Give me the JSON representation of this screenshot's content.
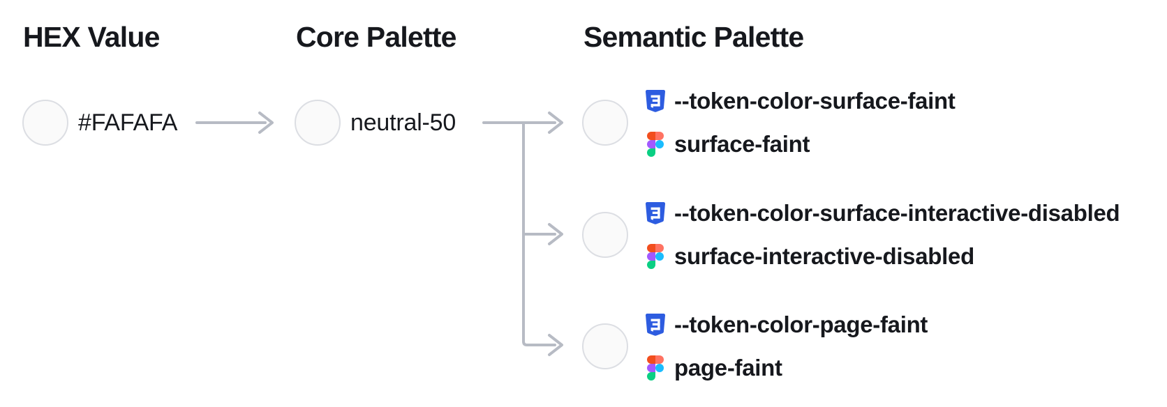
{
  "diagram": {
    "columns": {
      "hex": {
        "header": "HEX Value"
      },
      "core": {
        "header": "Core Palette"
      },
      "semantic": {
        "header": "Semantic Palette"
      }
    },
    "hex": {
      "value": "#FAFAFA",
      "swatch_color": "#FAFAFA"
    },
    "core": {
      "value": "neutral-50",
      "swatch_color": "#FAFAFA"
    },
    "semantic_tokens": [
      {
        "css_variable": "--token-color-surface-faint",
        "figma_style": "surface-faint",
        "swatch_color": "#FAFAFA"
      },
      {
        "css_variable": "--token-color-surface-interactive-disabled",
        "figma_style": "surface-interactive-disabled",
        "swatch_color": "#FAFAFA"
      },
      {
        "css_variable": "--token-color-page-faint",
        "figma_style": "page-faint",
        "swatch_color": "#FAFAFA"
      }
    ],
    "icons": {
      "css": "css3-shield-icon",
      "figma": "figma-logo-icon"
    }
  },
  "colors": {
    "background": "#ffffff",
    "text": "#16181d",
    "connector": "#b7bbc4",
    "swatch_fill": "#fafafa",
    "swatch_border": "#dcdee3",
    "css_icon_blue": "#2d5ce0",
    "figma_orange": "#f24e1e",
    "figma_salmon": "#ff7262",
    "figma_purple": "#a259ff",
    "figma_blue": "#1abcfe",
    "figma_green": "#0acf83"
  }
}
